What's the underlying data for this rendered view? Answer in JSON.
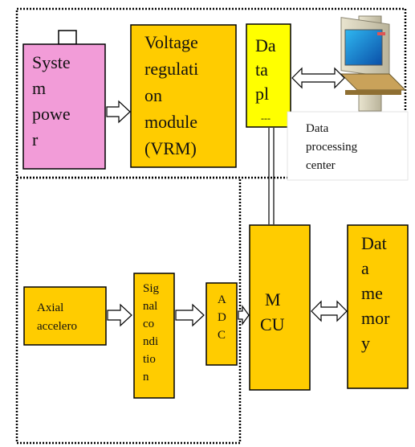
{
  "colors": {
    "block": "#FFCC00",
    "power": "#F29CD8",
    "data_platform": "#FFFF00",
    "stroke": "#000000",
    "text": "#111111"
  },
  "diagram": {
    "system_power": [
      "Syste",
      "m",
      "powe",
      "r"
    ],
    "vrm": [
      "Voltage",
      "regulati",
      "on",
      "module",
      "(VRM)"
    ],
    "data_platform": [
      "Da",
      "ta",
      "pl",
      "---"
    ],
    "data_processing_center": [
      "Data",
      "processing",
      "center"
    ],
    "axial_accelerometer": [
      "Axial",
      "accelero"
    ],
    "signal_conditioning": [
      "Sig",
      "nal",
      "co",
      "ndi",
      "tio",
      "n"
    ],
    "adc": [
      "A",
      "D",
      "C"
    ],
    "mcu": [
      "M",
      "CU"
    ],
    "data_memory": [
      "Dat",
      "a",
      "me",
      "mor",
      "y"
    ]
  }
}
